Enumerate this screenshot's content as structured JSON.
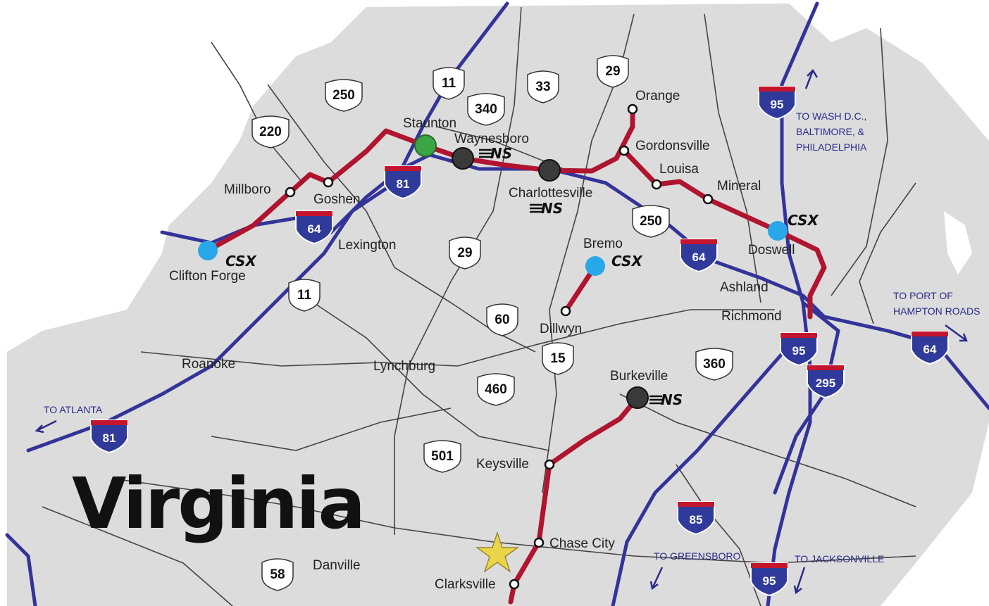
{
  "map": {
    "title": "Virginia",
    "colors": {
      "land": "#dcdcdc",
      "road": "#444444",
      "interstate_line": "#33339a",
      "rail": "#b0142f",
      "csx": "#28a8e8",
      "ns": "#3a3a3a",
      "origin": "#3aa646",
      "destination_star": "#e9d44a"
    },
    "cities": [
      {
        "id": "staunton",
        "name": "Staunton"
      },
      {
        "id": "waynesboro",
        "name": "Waynesboro"
      },
      {
        "id": "charlottesville",
        "name": "Charlottesville"
      },
      {
        "id": "orange",
        "name": "Orange"
      },
      {
        "id": "gordonsville",
        "name": "Gordonsville"
      },
      {
        "id": "louisa",
        "name": "Louisa"
      },
      {
        "id": "mineral",
        "name": "Mineral"
      },
      {
        "id": "doswell",
        "name": "Doswell"
      },
      {
        "id": "ashland",
        "name": "Ashland"
      },
      {
        "id": "richmond",
        "name": "Richmond"
      },
      {
        "id": "millboro",
        "name": "Millboro"
      },
      {
        "id": "goshen",
        "name": "Goshen"
      },
      {
        "id": "lexington",
        "name": "Lexington"
      },
      {
        "id": "cliftonforge",
        "name": "Clifton Forge"
      },
      {
        "id": "bremo",
        "name": "Bremo"
      },
      {
        "id": "dillwyn",
        "name": "Dillwyn"
      },
      {
        "id": "roanoke",
        "name": "Roanoke"
      },
      {
        "id": "lynchburg",
        "name": "Lynchburg"
      },
      {
        "id": "burkeville",
        "name": "Burkeville"
      },
      {
        "id": "keysville",
        "name": "Keysville"
      },
      {
        "id": "chasecity",
        "name": "Chase City"
      },
      {
        "id": "danville",
        "name": "Danville"
      },
      {
        "id": "clarksville",
        "name": "Clarksville"
      }
    ],
    "railroads": [
      {
        "id": "csx-cliftonforge",
        "label": "CSX"
      },
      {
        "id": "csx-bremo",
        "label": "CSX"
      },
      {
        "id": "csx-doswell",
        "label": "CSX"
      },
      {
        "id": "ns-waynesboro",
        "label": "NS"
      },
      {
        "id": "ns-charlottesville",
        "label": "NS"
      },
      {
        "id": "ns-burkeville",
        "label": "NS"
      }
    ],
    "us_routes": [
      "11",
      "340",
      "33",
      "29",
      "250",
      "220",
      "29",
      "250",
      "11",
      "60",
      "15",
      "360",
      "460",
      "501",
      "58"
    ],
    "interstates": [
      "95",
      "81",
      "64",
      "64",
      "95",
      "295",
      "64",
      "81",
      "85",
      "95"
    ],
    "notes": {
      "wash": [
        "TO WASH D.C.,",
        "BALTIMORE, &",
        "PHILADELPHIA"
      ],
      "hampton": [
        "TO PORT OF",
        "HAMPTON ROADS"
      ],
      "atlanta": "TO ATLANTA",
      "greensboro": "TO GREENSBORO",
      "jacksonville": "TO JACKSONVILLE"
    }
  }
}
